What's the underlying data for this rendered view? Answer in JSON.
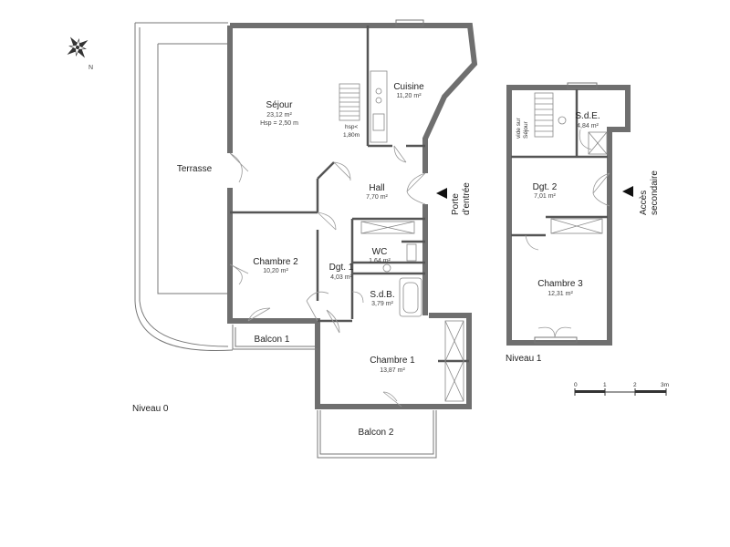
{
  "levels": {
    "level0": "Niveau 0",
    "level1": "Niveau 1"
  },
  "rooms": {
    "sejour": {
      "name": "Séjour",
      "area": "23,12 m²",
      "height": "Hsp = 2,50 m"
    },
    "cuisine": {
      "name": "Cuisine",
      "area": "11,20 m²"
    },
    "terrasse": {
      "name": "Terrasse"
    },
    "hall": {
      "name": "Hall",
      "area": "7,70 m²"
    },
    "chambre2": {
      "name": "Chambre 2",
      "area": "10,20 m²"
    },
    "dgt1": {
      "name": "Dgt. 1",
      "area": "4,03 m²"
    },
    "wc": {
      "name": "WC",
      "area": "1,64 m²"
    },
    "sdb": {
      "name": "S.d.B.",
      "area": "3,79 m²"
    },
    "chambre1": {
      "name": "Chambre 1",
      "area": "13,87 m²"
    },
    "balcon1": {
      "name": "Balcon 1"
    },
    "balcon2": {
      "name": "Balcon 2"
    },
    "sde": {
      "name": "S.d.E.",
      "area": "4,84 m²"
    },
    "dgt2": {
      "name": "Dgt. 2",
      "area": "7,01 m²"
    },
    "chambre3": {
      "name": "Chambre 3",
      "area": "12,31 m²"
    }
  },
  "notes": {
    "hsp_line1": "hsp<",
    "hsp_line2": "1,80m",
    "vide_line1": "vide sur",
    "vide_line2": "Séjour"
  },
  "entrances": {
    "main_line1": "Porte",
    "main_line2": "d'entrée",
    "secondary_line1": "Accès",
    "secondary_line2": "secondaire"
  },
  "scale_bar": {
    "labels": [
      "0",
      "1",
      "2",
      "3m"
    ]
  },
  "compass": {
    "north": "N"
  }
}
